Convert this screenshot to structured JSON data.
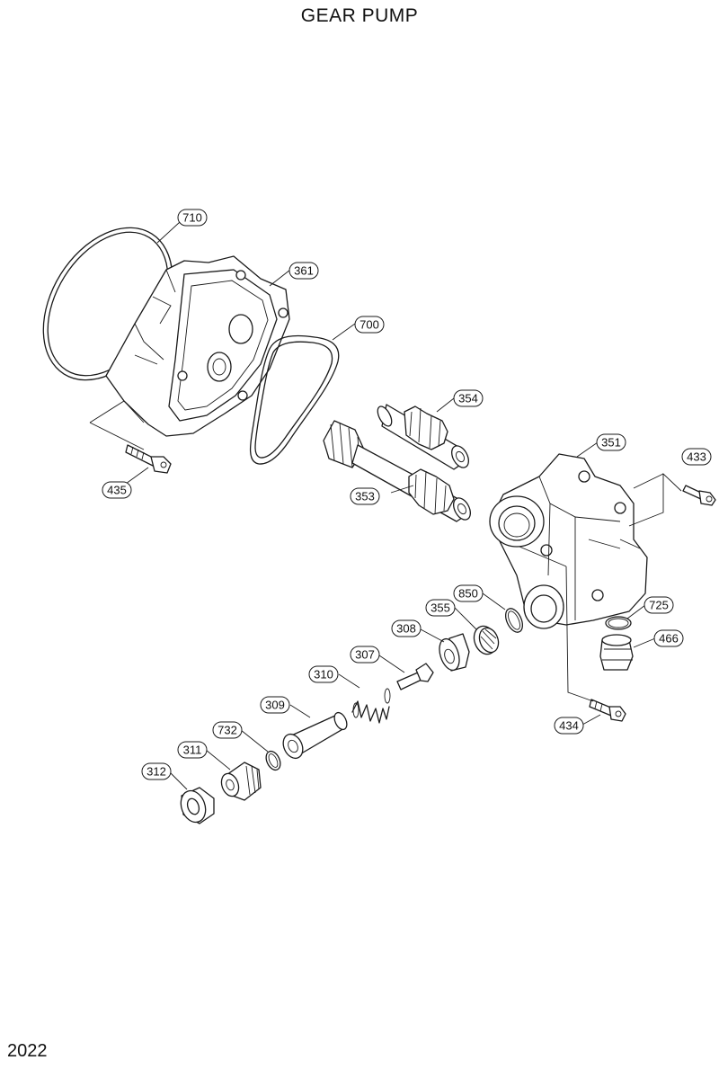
{
  "title": "GEAR PUMP",
  "page_code": "2022",
  "callouts": {
    "p710": "710",
    "p361": "361",
    "p700": "700",
    "p354": "354",
    "p351": "351",
    "p433": "433",
    "p435": "435",
    "p353": "353",
    "p850": "850",
    "p725": "725",
    "p355": "355",
    "p308": "308",
    "p466": "466",
    "p307": "307",
    "p310": "310",
    "p309": "309",
    "p434": "434",
    "p732": "732",
    "p311": "311",
    "p312": "312"
  }
}
